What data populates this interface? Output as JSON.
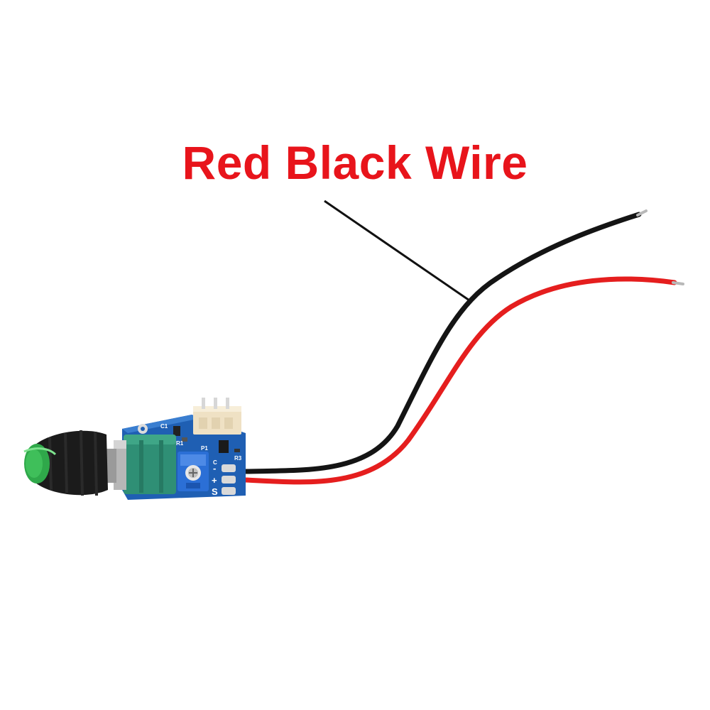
{
  "callout": {
    "text": "Red Black Wire",
    "color": "#e8141b"
  },
  "board": {
    "silkscreen": {
      "ref_c1": "C1",
      "ref_r1": "R1",
      "ref_p1": "P1",
      "ref_r3": "R3",
      "ref_c": "C",
      "pin_minus": "-",
      "pin_plus": "+",
      "pin_s": "S"
    }
  },
  "colors": {
    "pcb": "#1f5fb3",
    "potentiometer": "#2f8f75",
    "knob": "#1b1b1b",
    "knob_cap": "#2fa84a",
    "wire_red": "#e51e1e",
    "wire_black": "#141414",
    "connector": "#efe1c4",
    "trimmer": "#2b6fd6"
  }
}
